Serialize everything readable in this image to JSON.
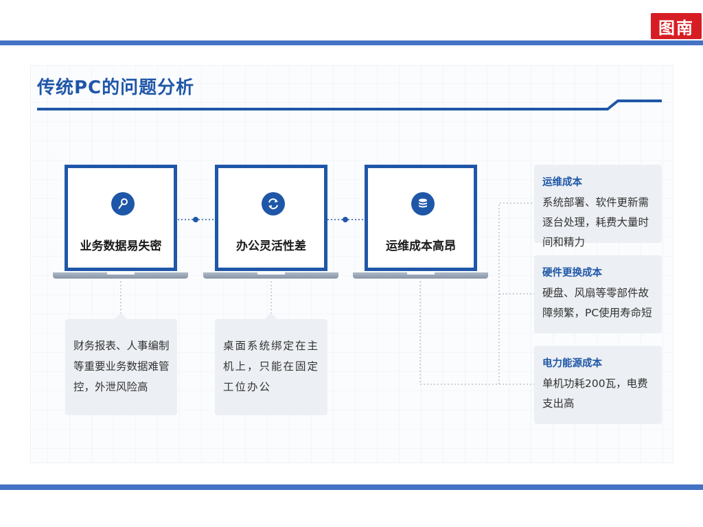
{
  "logo": {
    "text": "图南"
  },
  "slide": {
    "title": "传统PC的问题分析",
    "laptops": [
      {
        "label": "业务数据易失密",
        "icon": "key-icon"
      },
      {
        "label": "办公灵活性差",
        "icon": "refresh-icon"
      },
      {
        "label": "运维成本高昂",
        "icon": "database-icon"
      }
    ],
    "left_cards": [
      {
        "text": "财务报表、人事编制等重要业务数据难管控，外泄风险高"
      },
      {
        "text": "桌面系统绑定在主机上，只能在固定工位办公"
      }
    ],
    "right_cards": [
      {
        "title": "运维成本",
        "text": "系统部署、软件更新需逐台处理，耗费大量时间和精力"
      },
      {
        "title": "硬件更换成本",
        "text": "硬盘、风扇等零部件故障频繁，PC使用寿命短"
      },
      {
        "title": "电力能源成本",
        "text": "单机功耗200瓦，电费支出高"
      }
    ]
  },
  "colors": {
    "accent": "#1f57a8",
    "bar": "#4472c4",
    "logo_bg": "#d71d24",
    "card_bg": "#eceff3"
  }
}
